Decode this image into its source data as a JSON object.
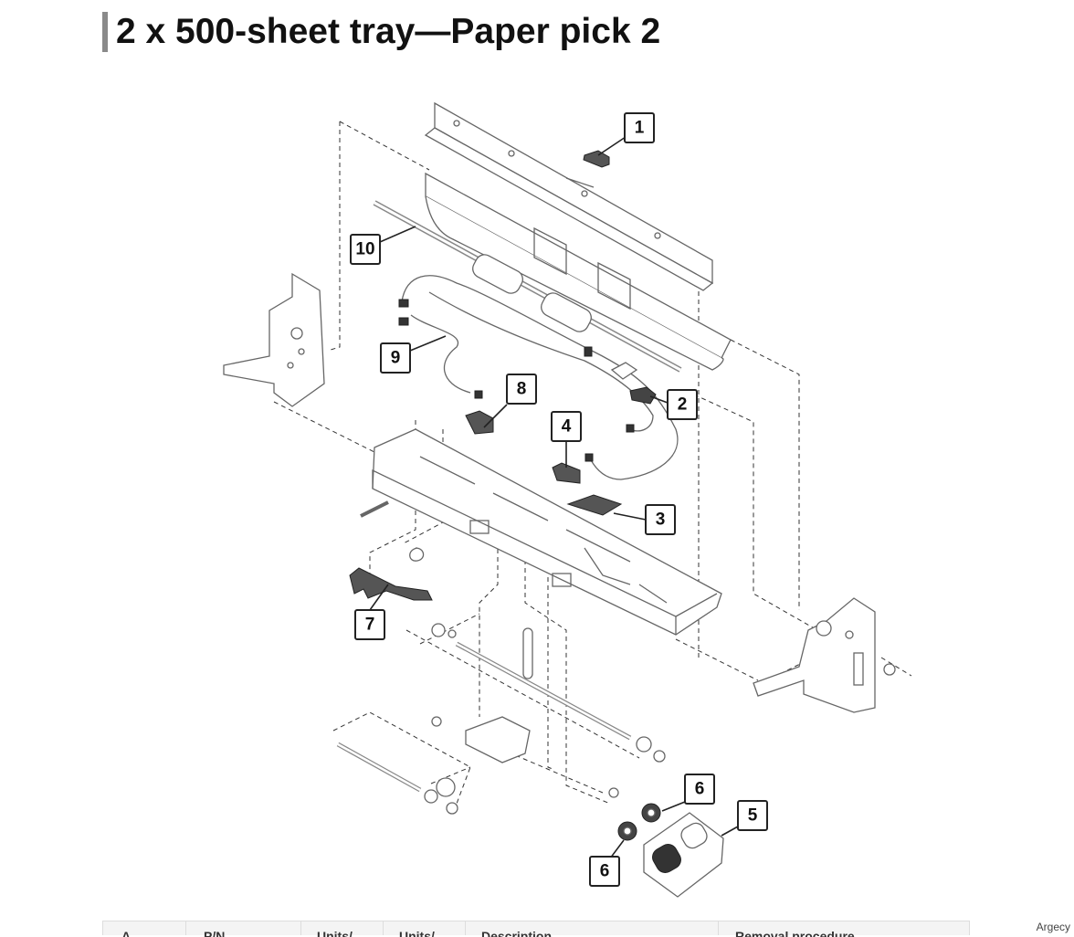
{
  "page": {
    "title": "2 x 500-sheet tray—Paper pick 2",
    "watermark": "Argecy"
  },
  "diagram": {
    "callouts": [
      "1",
      "2",
      "3",
      "4",
      "5",
      "6",
      "6",
      "7",
      "8",
      "9",
      "10"
    ]
  },
  "table": {
    "headers": [
      "A",
      "P/N",
      "Units/",
      "Units/",
      "Description",
      "Removal procedure"
    ]
  }
}
